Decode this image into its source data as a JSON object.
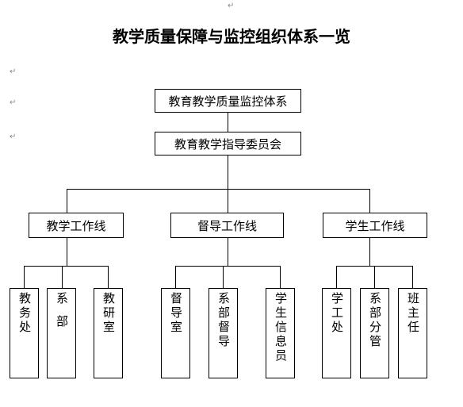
{
  "title": "教学质量保障与监控组织体系一览",
  "level1": {
    "system": "教育教学质量监控体系",
    "committee": "教育教学指导委员会"
  },
  "lines": [
    {
      "label": "教学工作线",
      "units": [
        "教务处",
        "系部",
        "教研室"
      ]
    },
    {
      "label": "督导工作线",
      "units": [
        "督导室",
        "系部督导",
        "学生信息员"
      ]
    },
    {
      "label": "学生工作线",
      "units": [
        "学工处",
        "系部分管",
        "班主任"
      ]
    }
  ]
}
